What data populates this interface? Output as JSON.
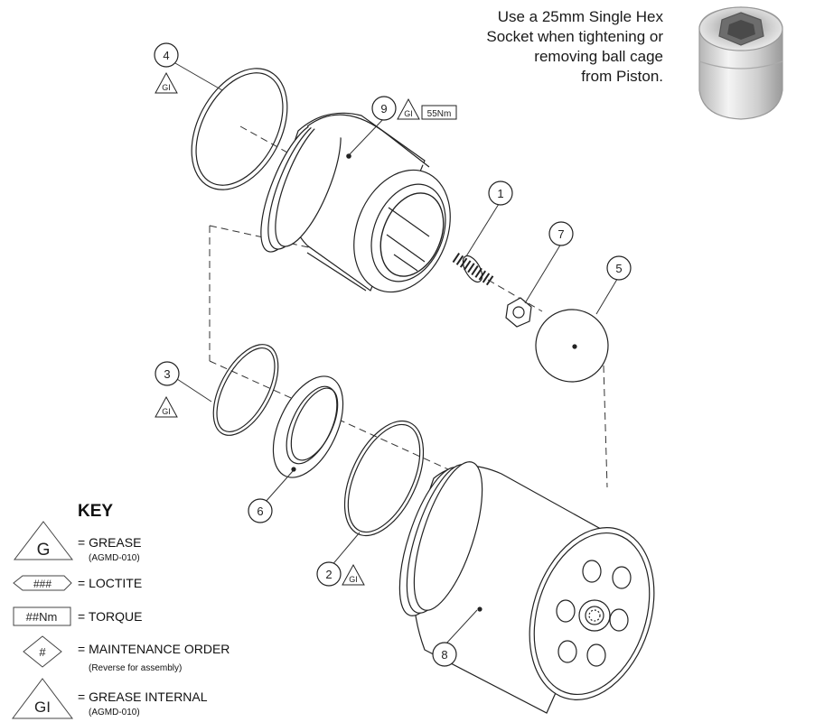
{
  "note": {
    "lines": [
      "Use a 25mm Single Hex",
      "Socket when tightening or",
      "removing ball cage",
      "from Piston."
    ]
  },
  "balloons": {
    "b1": "1",
    "b2": "2",
    "b3": "3",
    "b4": "4",
    "b5": "5",
    "b6": "6",
    "b7": "7",
    "b8": "8",
    "b9": "9"
  },
  "tags": {
    "gi": "GI",
    "torque_9": "55Nm"
  },
  "key": {
    "title": "KEY",
    "grease_symbol": "G",
    "grease_label": "= GREASE",
    "grease_code": "(AGMD-010)",
    "loctite_symbol": "###",
    "loctite_label": "= LOCTITE",
    "torque_symbol": "##Nm",
    "torque_label": "= TORQUE",
    "order_symbol": "#",
    "order_label": "= MAINTENANCE ORDER",
    "order_note": "(Reverse for assembly)",
    "grease_internal_symbol": "GI",
    "grease_internal_label": "= GREASE INTERNAL",
    "grease_internal_code": "(AGMD-010)"
  }
}
